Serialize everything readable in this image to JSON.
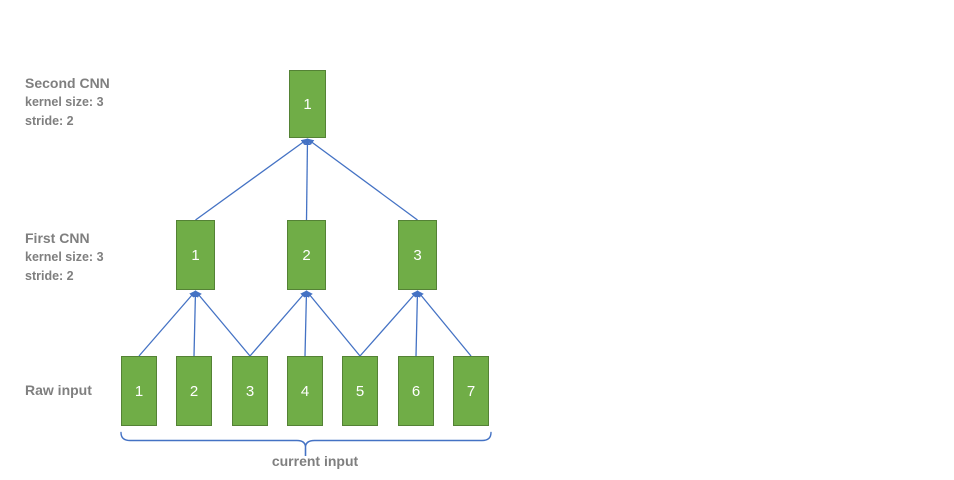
{
  "colors": {
    "box_fill": "#70ad47",
    "box_border": "#548235",
    "connector_blue": "#4472c4",
    "label_gray": "#7f7f7f",
    "box_text": "#ffffff"
  },
  "layers": {
    "second_cnn": {
      "label": "Second CNN",
      "kernel": "kernel size: 3",
      "stride": "stride: 2",
      "boxes": [
        {
          "label": "1"
        }
      ]
    },
    "first_cnn": {
      "label": "First CNN",
      "kernel": "kernel size: 3",
      "stride": "stride: 2",
      "boxes": [
        {
          "label": "1"
        },
        {
          "label": "2"
        },
        {
          "label": "3"
        }
      ]
    },
    "raw_input": {
      "label": "Raw input",
      "boxes": [
        {
          "label": "1"
        },
        {
          "label": "2"
        },
        {
          "label": "3"
        },
        {
          "label": "4"
        },
        {
          "label": "5"
        },
        {
          "label": "6"
        },
        {
          "label": "7"
        }
      ]
    }
  },
  "bracket": {
    "label": "current input"
  },
  "connections": {
    "raw_to_first": [
      [
        0,
        0
      ],
      [
        1,
        0
      ],
      [
        2,
        0
      ],
      [
        2,
        1
      ],
      [
        3,
        1
      ],
      [
        4,
        1
      ],
      [
        4,
        2
      ],
      [
        5,
        2
      ],
      [
        6,
        2
      ]
    ],
    "first_to_second": [
      [
        0,
        0
      ],
      [
        1,
        0
      ],
      [
        2,
        0
      ]
    ]
  }
}
